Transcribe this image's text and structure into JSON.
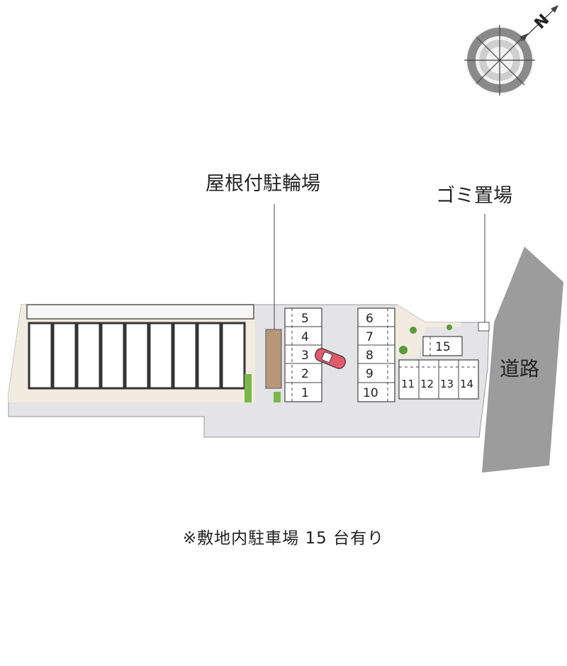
{
  "labels": {
    "bike_parking": "屋根付駐輪場",
    "garbage": "ゴミ置場",
    "road": "道路",
    "compass_letter": "N"
  },
  "parking": {
    "stalls_left": [
      "5",
      "4",
      "3",
      "2",
      "1"
    ],
    "stalls_mid": [
      "6",
      "7",
      "8",
      "9",
      "10"
    ],
    "stalls_right": [
      "11",
      "12",
      "13",
      "14"
    ],
    "stall_extra": "15"
  },
  "footer": {
    "note": "※敷地内駐車場 15 台有り"
  },
  "colors": {
    "lot": "#e4e4e6",
    "border": "#f1ebe0",
    "road": "#9c9c9c",
    "bike_shelter": "#b8967a",
    "green": "#7ab648",
    "car": "#e05a6a"
  }
}
